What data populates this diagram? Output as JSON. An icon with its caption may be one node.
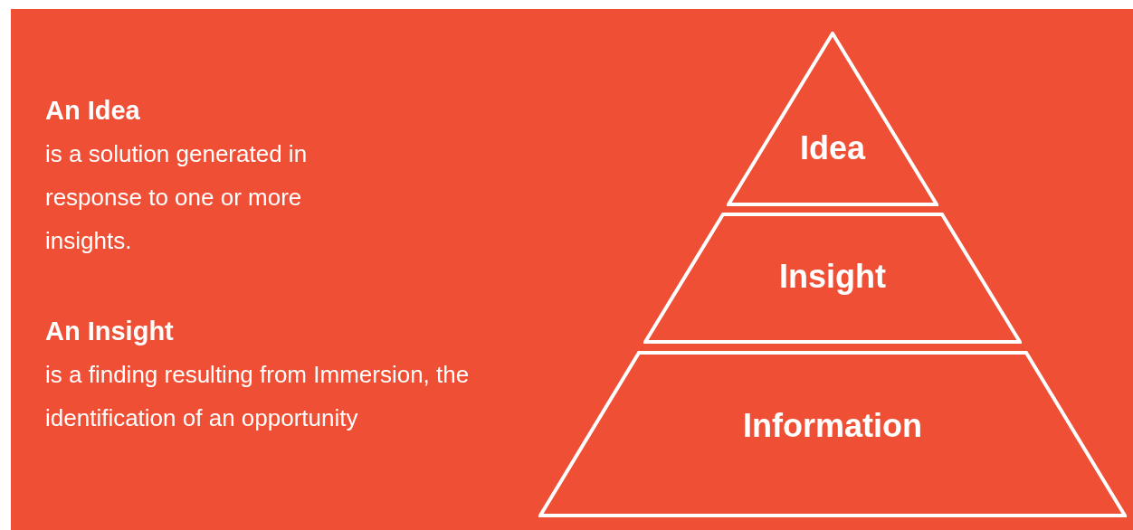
{
  "diagram": {
    "nodes": [
      {
        "text": [
          "Idea"
        ]
      },
      {
        "text": [
          "Insight"
        ]
      },
      {
        "text": [
          "Information"
        ]
      }
    ],
    "labels": [
      "An Idea",
      "is a solution generated in response to one or more insights.",
      "An Insight",
      "is a finding resulting from Immersion, the identification of an opportunity"
    ]
  }
}
